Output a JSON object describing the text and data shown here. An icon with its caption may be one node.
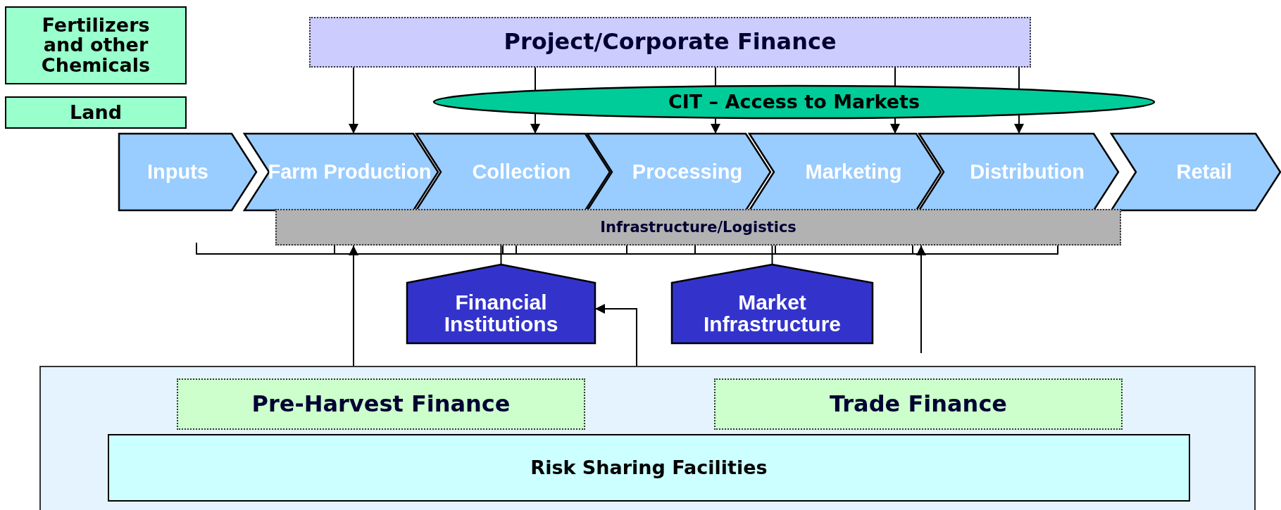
{
  "diagram": {
    "nodes": [
      {
        "text": [
          "Fertilizers and other Chemicals"
        ]
      },
      {
        "text": [
          "Land"
        ]
      },
      {
        "text": [
          "Project/Corporate Finance"
        ]
      },
      {
        "text": [
          "CIT – Access to Markets"
        ]
      },
      {
        "text": [
          "Inputs"
        ]
      },
      {
        "text": [
          "Farm Production"
        ]
      },
      {
        "text": [
          "Collection"
        ]
      },
      {
        "text": [
          "Processing"
        ]
      },
      {
        "text": [
          "Marketing"
        ]
      },
      {
        "text": [
          "Distribution"
        ]
      },
      {
        "text": [
          "Retail"
        ]
      },
      {
        "text": [
          "Infrastructure/Logistics"
        ]
      },
      {
        "text": [
          "Financial Institutions"
        ]
      },
      {
        "text": [
          "Market Infrastructure"
        ]
      },
      {
        "text": [],
        "shape": "box"
      },
      {
        "text": [
          "Pre-Harvest Finance"
        ],
        "in": 14
      },
      {
        "text": [
          "Trade Finance"
        ],
        "in": 14
      },
      {
        "text": [
          "Risk Sharing Facilities"
        ],
        "in": 14
      }
    ],
    "edges": [
      {
        "from": 2,
        "to": 5,
        "arrow": "to"
      },
      {
        "from": 3,
        "to": 6,
        "arrow": "to"
      },
      {
        "from": 3,
        "to": 7,
        "arrow": "to"
      },
      {
        "from": 3,
        "to": 8,
        "arrow": "to"
      },
      {
        "from": 3,
        "to": 9,
        "arrow": "to"
      },
      {
        "from": 14,
        "to": 11,
        "arrow": "to"
      },
      {
        "from": 14,
        "to": 11,
        "arrow": "to"
      },
      {
        "from": 17,
        "to": 12,
        "arrow": "to"
      },
      {
        "from": 12,
        "to": 11,
        "arrow": "none"
      },
      {
        "from": 13,
        "to": 11,
        "arrow": "none"
      },
      {
        "from": 2,
        "to": 3,
        "arrow": "none"
      },
      {
        "from": 2,
        "to": 3,
        "arrow": "none"
      },
      {
        "from": 2,
        "to": 3,
        "arrow": "none"
      },
      {
        "from": 2,
        "to": 3,
        "arrow": "none"
      }
    ]
  }
}
